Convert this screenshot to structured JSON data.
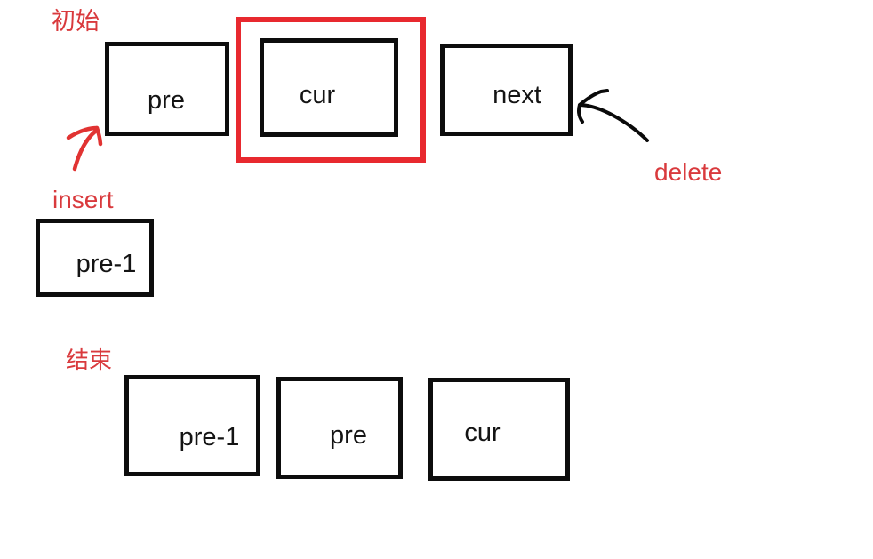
{
  "canvas": {
    "background": "#ffffff"
  },
  "colors": {
    "ink_black": "#0d0d0d",
    "highlight_red": "#e8292f",
    "annotation_red": "#d93a3d"
  },
  "initial_row": {
    "title": "初始",
    "nodes": [
      {
        "label": "pre",
        "highlighted": false
      },
      {
        "label": "cur",
        "highlighted": true
      },
      {
        "label": "next",
        "highlighted": false
      }
    ]
  },
  "annotations": {
    "insert": {
      "text": "insert",
      "icon": "red-freehand-arrow-up-right",
      "points_to": "pre"
    },
    "delete": {
      "text": "delete",
      "icon": "black-freehand-arrow-up-left",
      "points_to": "next"
    }
  },
  "inserted_node": {
    "label": "pre-1"
  },
  "end_row": {
    "title": "结束",
    "nodes": [
      {
        "label": "pre-1"
      },
      {
        "label": "pre"
      },
      {
        "label": "cur"
      }
    ]
  }
}
